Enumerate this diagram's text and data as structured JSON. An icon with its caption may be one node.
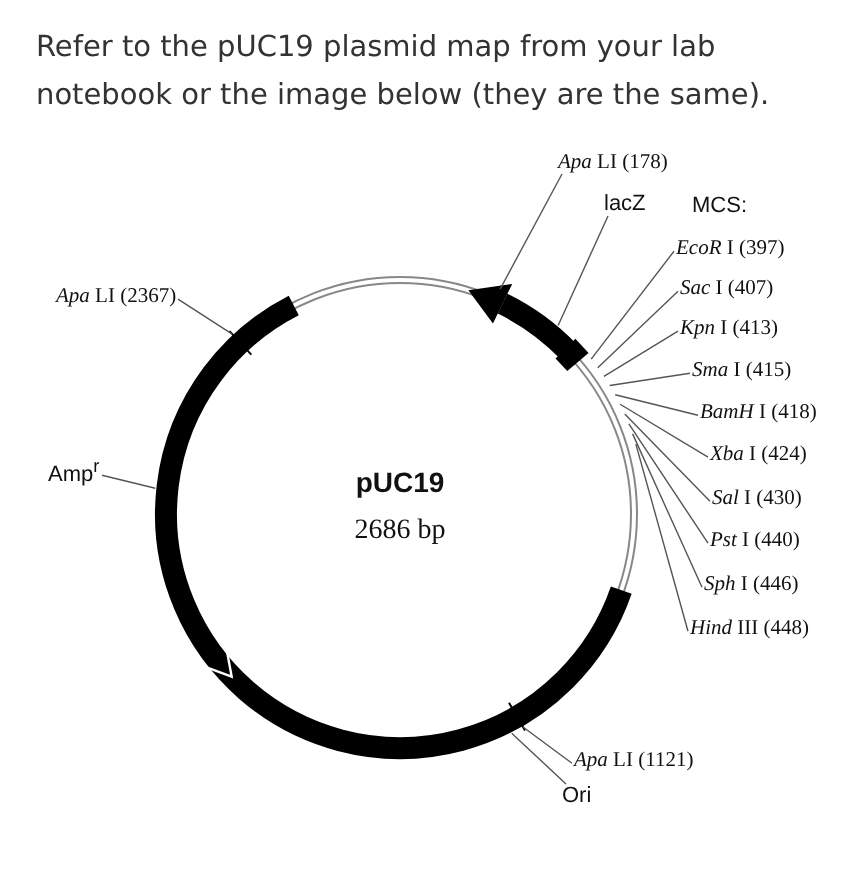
{
  "diagram": {
    "title": "Refer to the pUC19 plasmid map from your lab notebook or the image below (they are the same).",
    "nodes": [
      {
        "text": [
          "*Apa* LI (178)"
        ]
      },
      {
        "text": [
          "lacZ"
        ]
      },
      {
        "text": [
          "*EcoR* I (397)"
        ]
      },
      {
        "text": [
          "*Sac* I (407)"
        ]
      },
      {
        "text": [
          "*Kpn* I (413)"
        ]
      },
      {
        "text": [
          "*Sma* I (415)"
        ]
      },
      {
        "text": [
          "*BamH* I (418)"
        ]
      },
      {
        "text": [
          "*Xba* I (424)"
        ]
      },
      {
        "text": [
          "*Sal* I (430)"
        ]
      },
      {
        "text": [
          "*Pst* I (440)"
        ]
      },
      {
        "text": [
          "*Sph* I (446)"
        ]
      },
      {
        "text": [
          "*Hind* III (448)"
        ]
      },
      {
        "text": [
          "*Apa* LI (1121)"
        ]
      },
      {
        "text": [
          "Ori"
        ]
      },
      {
        "text": [
          "*Apa* LI (2367)"
        ]
      },
      {
        "text": [
          "Amp$^{r}$"
        ]
      }
    ],
    "edges": [
      {
        "from": 0,
        "to": null,
        "arrow": "none"
      },
      {
        "from": 1,
        "to": null,
        "arrow": "none"
      },
      {
        "from": 2,
        "to": null,
        "arrow": "none"
      },
      {
        "from": 3,
        "to": null,
        "arrow": "none"
      },
      {
        "from": 4,
        "to": null,
        "arrow": "none"
      },
      {
        "from": 5,
        "to": null,
        "arrow": "none"
      },
      {
        "from": 6,
        "to": null,
        "arrow": "none"
      },
      {
        "from": 7,
        "to": null,
        "arrow": "none"
      },
      {
        "from": 8,
        "to": null,
        "arrow": "none"
      },
      {
        "from": 9,
        "to": null,
        "arrow": "none"
      },
      {
        "from": 10,
        "to": null,
        "arrow": "none"
      },
      {
        "from": 11,
        "to": null,
        "arrow": "none"
      },
      {
        "from": 12,
        "to": null,
        "arrow": "none"
      },
      {
        "from": 13,
        "to": null,
        "arrow": "none"
      },
      {
        "from": 14,
        "to": null,
        "arrow": "none"
      },
      {
        "from": 15,
        "to": null,
        "arrow": "none"
      }
    ],
    "labels": [
      "MCS:",
      "pUC19",
      "2686 bp"
    ]
  }
}
